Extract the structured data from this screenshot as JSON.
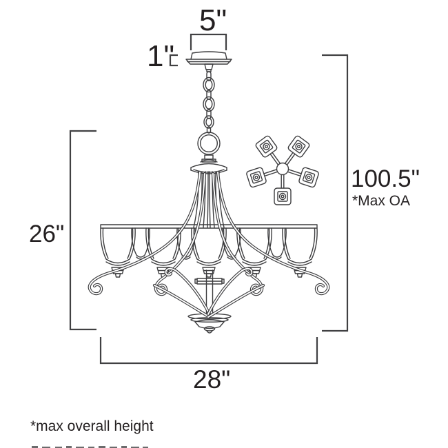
{
  "diagram": {
    "type": "product-dimension-line-drawing",
    "subject": "5-light chandelier with hanging chain, shown in front view and 5-arm top view",
    "light_count": 5,
    "labels": {
      "canopy_width": "5\"",
      "canopy_height": "1\"",
      "body_height": "26\"",
      "overall_height": "100.5\"",
      "overall_height_note": "*Max OA",
      "body_width": "28\"",
      "footnote": "*max overall height"
    },
    "colors": {
      "background": "#ffffff",
      "line": "#3d3d3f",
      "text": "#231f20"
    }
  }
}
